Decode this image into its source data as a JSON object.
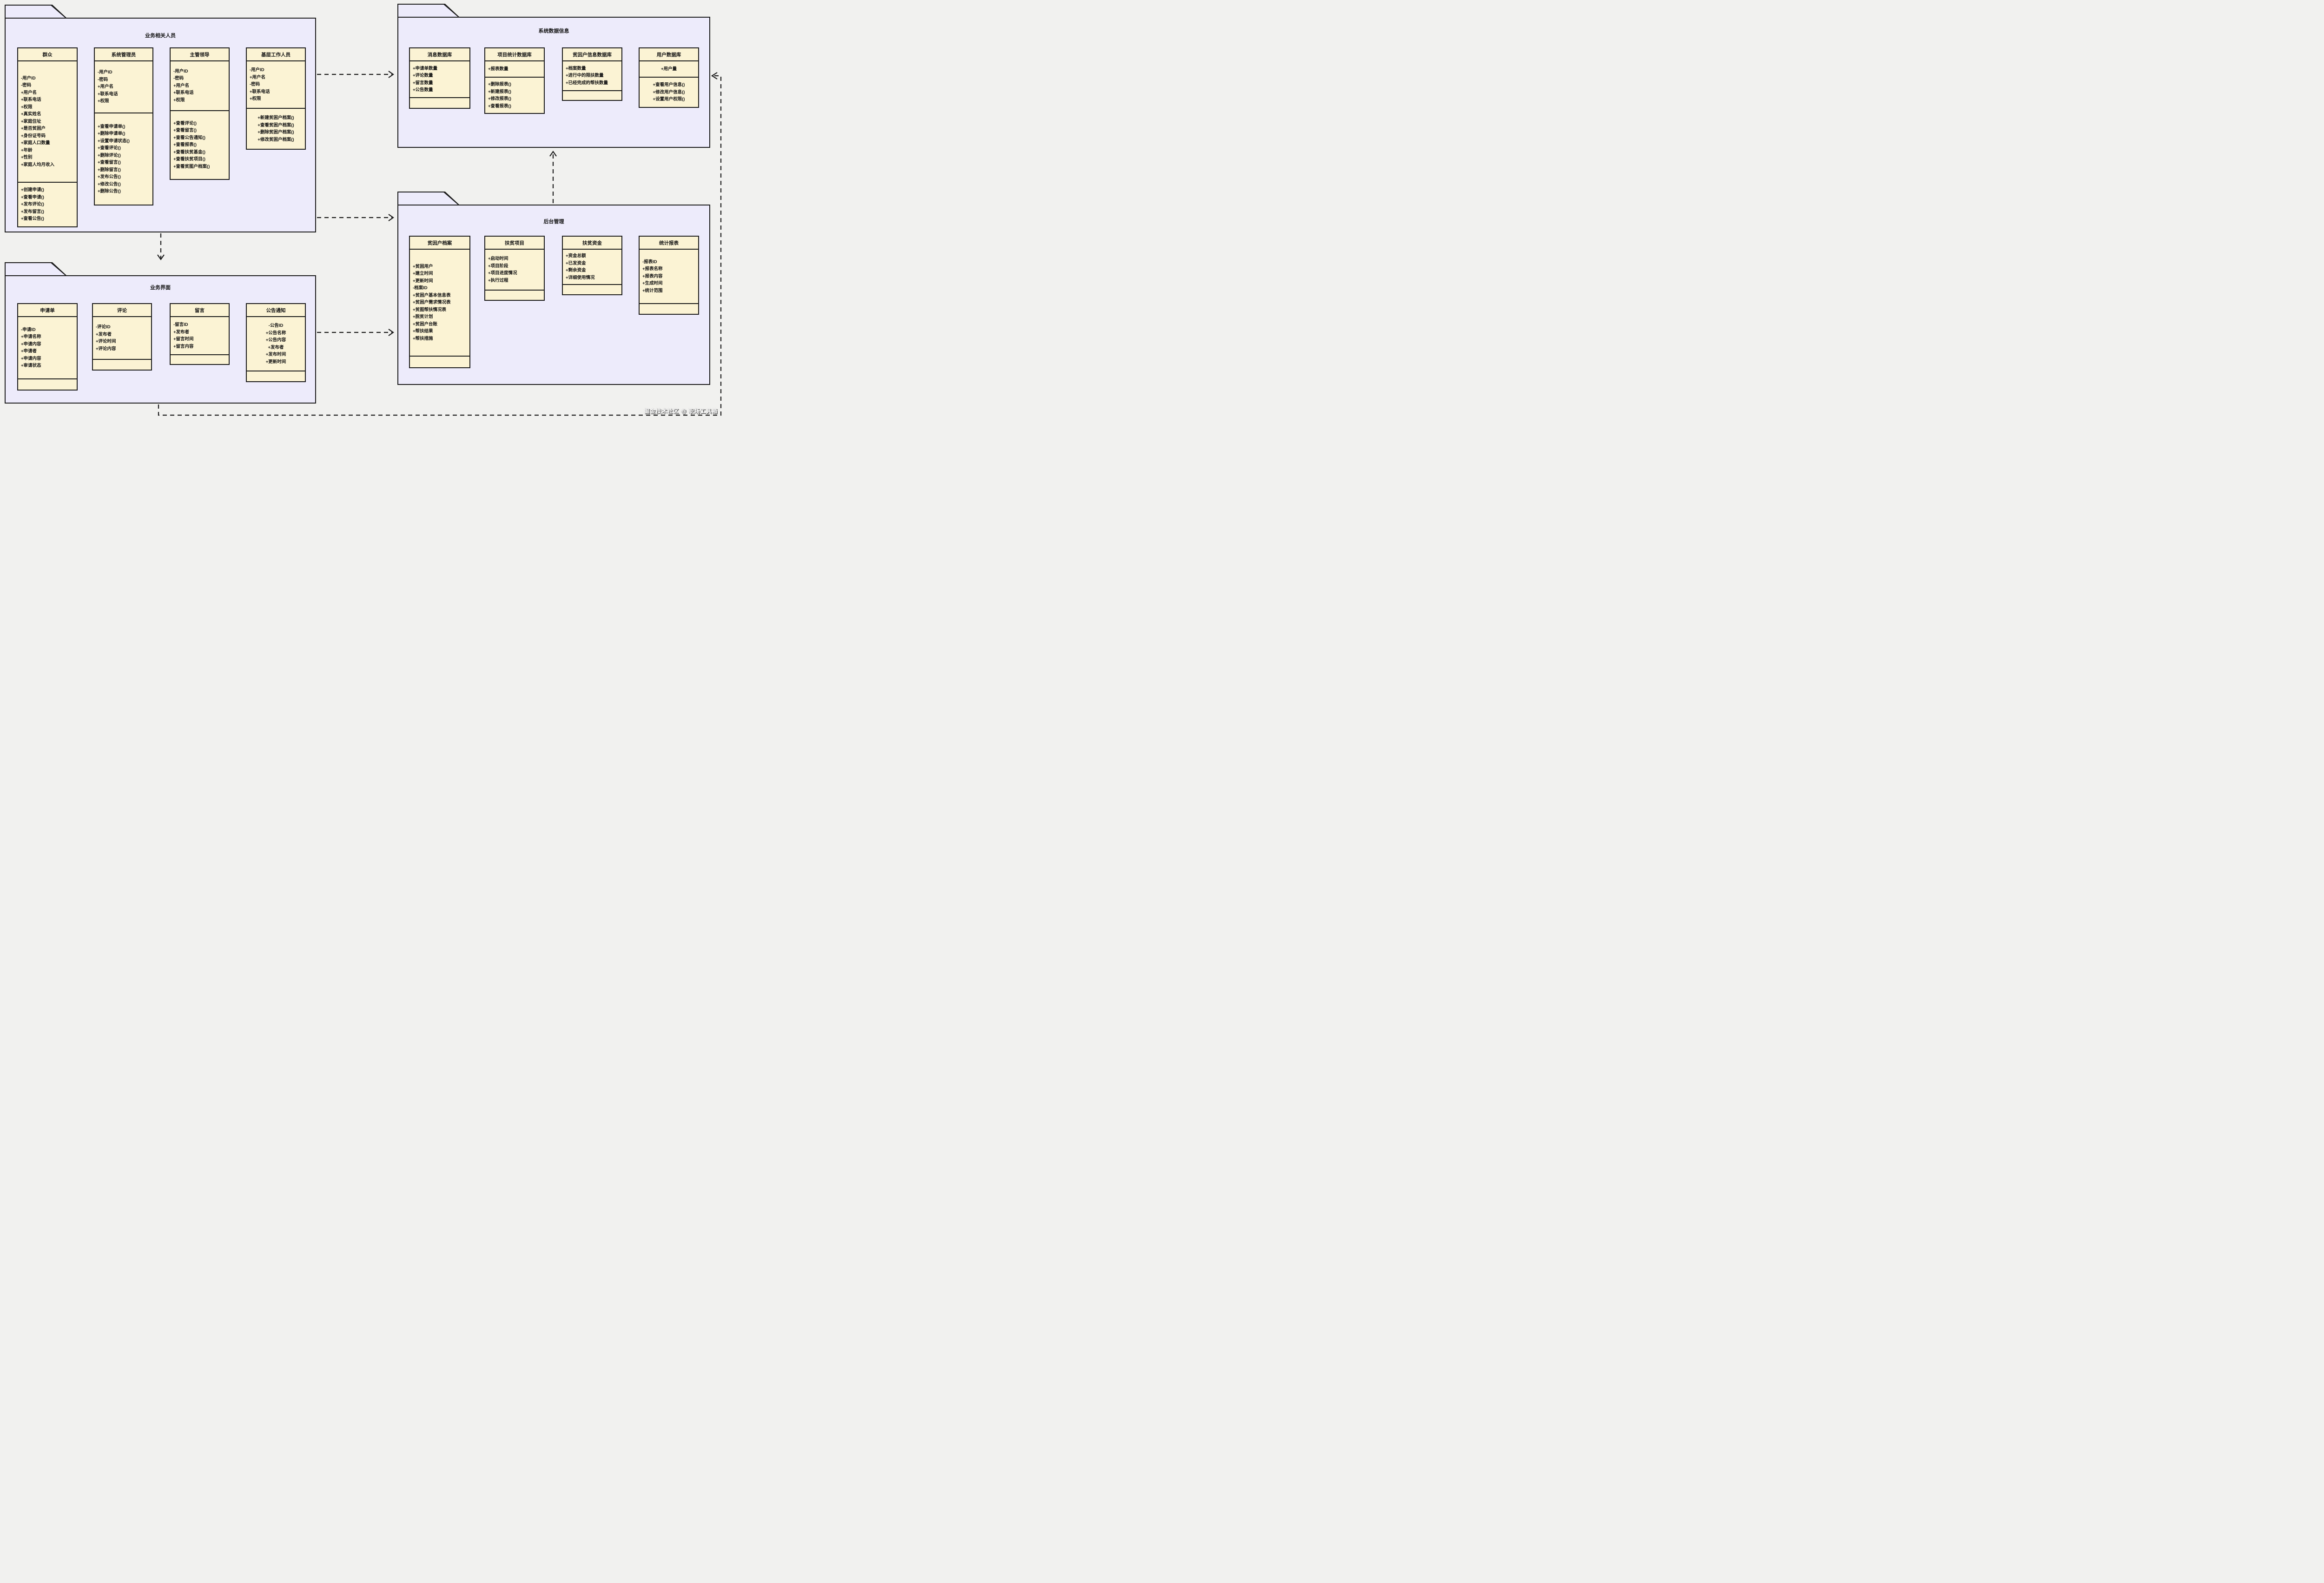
{
  "watermark": "掘金技术社区 @ 职场工具箱",
  "colors": {
    "background": "#f1f1ef",
    "package_fill": "#edebfb",
    "class_fill": "#fbf3d4",
    "border": "#1c1c1c"
  },
  "packages": [
    {
      "title": "业务相关人员",
      "classes": [
        {
          "name": "群众",
          "attributes": [
            "-用户ID",
            "-密码",
            "+用户名",
            "+联系电话",
            "+权限",
            "+真实姓名",
            "+家庭住址",
            "+是否贫困户",
            "+身份证号码",
            "+家庭人口数量",
            "+年龄",
            "+性别",
            "+家庭人均月收入"
          ],
          "methods": [
            "+创建申请()",
            "+查看申请()",
            "+发布评论()",
            "+发布留言()",
            "+查看公告()"
          ]
        },
        {
          "name": "系统管理员",
          "attributes": [
            "-用户ID",
            "-密码",
            "+用户名",
            "+联系电话",
            "+权限"
          ],
          "methods": [
            "+查看申请单()",
            "+删除申请单()",
            "+设置申请状态()",
            "+查看评论()",
            "+删除评论()",
            "+查看留言()",
            "+删除留言()",
            "+发布公告()",
            "+修改公告()",
            "+删除公告()"
          ]
        },
        {
          "name": "主管领导",
          "attributes": [
            "-用户ID",
            "-密码",
            "+用户名",
            "+联系电话",
            "+权限"
          ],
          "methods": [
            "+查看评论()",
            "+查看留言()",
            "+查看公告通知()",
            "+查看报表()",
            "+查看扶贫基金()",
            "+查看扶贫项目()",
            "+查看贫图户档案()"
          ]
        },
        {
          "name": "基层工作人员",
          "attributes": [
            "-用户ID",
            "+用户名",
            "-密码",
            "+联系电话",
            "+权限"
          ],
          "methods": [
            "+新建贫困户档案()",
            "+查看贫困户档案()",
            "+删除贫困户档案()",
            "+修改贫困户档案()"
          ]
        }
      ]
    },
    {
      "title": "系统数据信息",
      "classes": [
        {
          "name": "消息数据库",
          "attributes": [
            "+申请单数量",
            "+评论数量",
            "+留言数量",
            "+公告数量"
          ],
          "methods": []
        },
        {
          "name": "项目统计数据库",
          "attributes": [
            "+报表数量"
          ],
          "methods": [
            "+删除报表()",
            "+新建报表()",
            "+修改报表()",
            "+查看报表()"
          ]
        },
        {
          "name": "贫因户信息数据库",
          "attributes": [
            "+档案数量",
            "+进行中的限扶数量",
            "+已经完成的帮扶数量"
          ],
          "methods": []
        },
        {
          "name": "用户数据库",
          "attributes": [
            "+用户量"
          ],
          "methods": [
            "+查看用户信息()",
            "+修改用户信息()",
            "+设置用户权限()"
          ]
        }
      ]
    },
    {
      "title": "业务界面",
      "classes": [
        {
          "name": "申请单",
          "attributes": [
            "-申请ID",
            "+申请名称",
            "+申请内容",
            "+申请者",
            "+申请内容",
            "+审请状态"
          ],
          "methods": []
        },
        {
          "name": "评论",
          "attributes": [
            "-评论ID",
            "+发布者",
            "+评论时间",
            "+评论内容"
          ],
          "methods": []
        },
        {
          "name": "留言",
          "attributes": [
            "-留言ID",
            "+发布者",
            "+留言时间",
            "+留言内容"
          ],
          "methods": []
        },
        {
          "name": "公告通知",
          "attributes": [
            "-公告ID",
            "+公告名称",
            "+公告内容",
            "+发布者",
            "+发布时间",
            "+更新时间"
          ],
          "methods": []
        }
      ]
    },
    {
      "title": "后台管理",
      "classes": [
        {
          "name": "贫因户档案",
          "attributes": [
            "+贫困用户",
            "+建立时间",
            "+更新时间",
            "-档案ID",
            "+贫困户基本信息表",
            "+贫困户需求情况表",
            "+贫图帮扶情况表",
            "+脱贫计划",
            "+贫困户台账",
            "+帮扶结果",
            "+帮扶措施"
          ],
          "methods": []
        },
        {
          "name": "扶贫项目",
          "attributes": [
            "+启动时间",
            "+项目阶段",
            "+项目进度情况",
            "+执行过程"
          ],
          "methods": []
        },
        {
          "name": "扶贫资金",
          "attributes": [
            "+资金总额",
            "+已发资金",
            "+剩余资金",
            "+详细使用情况"
          ],
          "methods": []
        },
        {
          "name": "统计报表",
          "attributes": [
            "-报表ID",
            "+报表名称",
            "+报表内容",
            "+生成时间",
            "+统计范围"
          ],
          "methods": []
        }
      ]
    }
  ]
}
